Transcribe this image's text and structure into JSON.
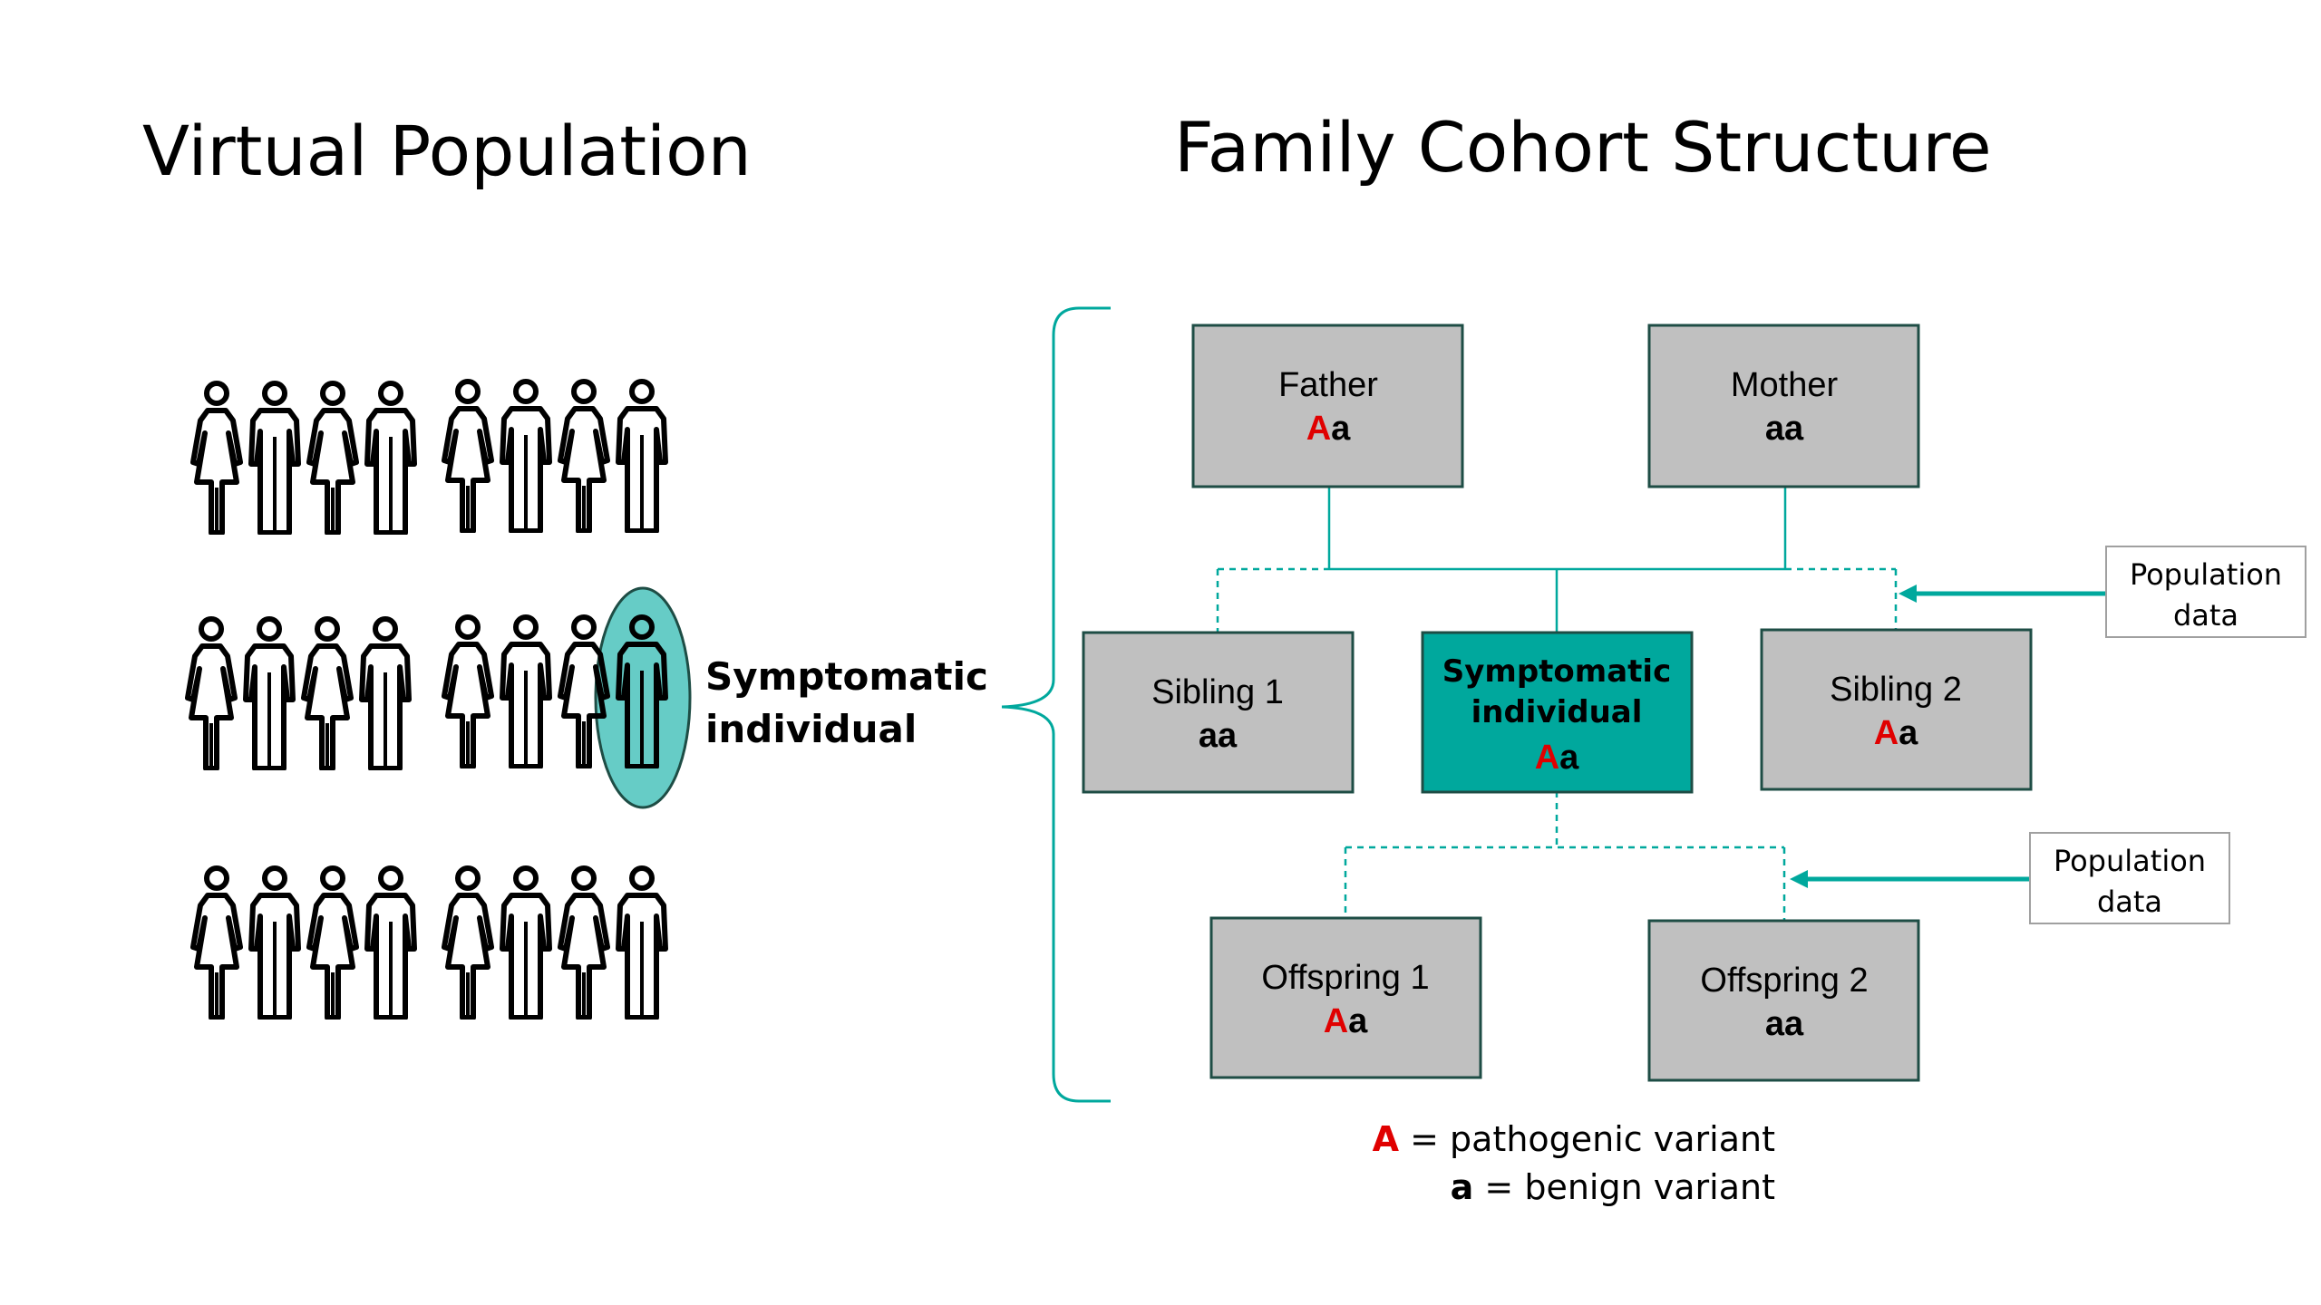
{
  "left_title": "Virtual Population",
  "right_title": "Family Cohort Structure",
  "symptomatic_callout": [
    "Symptomatic",
    "individual"
  ],
  "population_note": [
    "Population",
    "data"
  ],
  "colors": {
    "accent": "#00a89d",
    "highlight": "#66ccc6",
    "box_fill": "#c0c0c0",
    "box_border": "#1e4d45",
    "red": "#e00000"
  },
  "family": {
    "father": {
      "label": "Father",
      "genotype_major": "A",
      "genotype_minor": "a"
    },
    "mother": {
      "label": "Mother",
      "genotype_major": "",
      "genotype_minor": "aa"
    },
    "sibling1": {
      "label": "Sibling 1",
      "genotype_major": "",
      "genotype_minor": "aa"
    },
    "proband": {
      "label_line1": "Symptomatic",
      "label_line2": "individual",
      "genotype_major": "A",
      "genotype_minor": "a"
    },
    "sibling2": {
      "label": "Sibling 2",
      "genotype_major": "A",
      "genotype_minor": "a"
    },
    "offspring1": {
      "label": "Offspring 1",
      "genotype_major": "A",
      "genotype_minor": "a"
    },
    "offspring2": {
      "label": "Offspring 2",
      "genotype_major": "",
      "genotype_minor": "aa"
    }
  },
  "legend": {
    "pathogenic_symbol": "A",
    "pathogenic_text": "= pathogenic variant",
    "benign_symbol": "a",
    "benign_text": "= benign variant"
  }
}
